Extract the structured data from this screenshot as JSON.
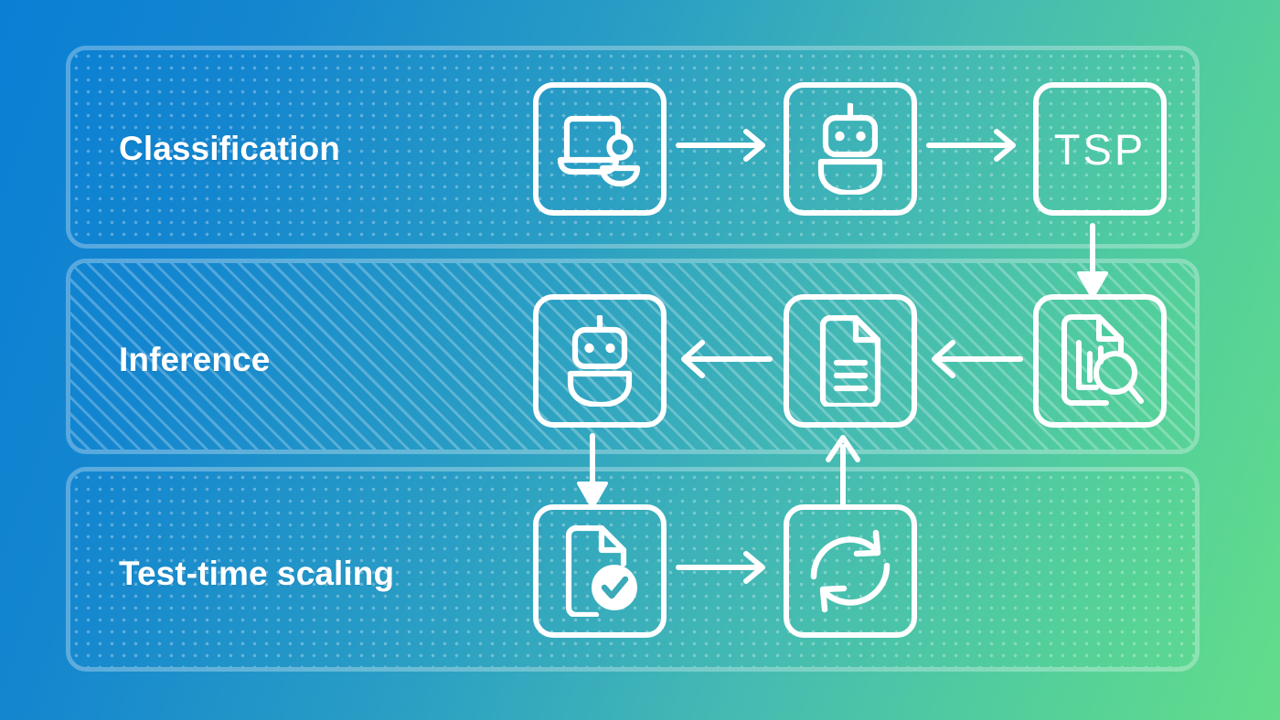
{
  "diagram": {
    "title": "Classification / Inference / Test-time scaling pipeline",
    "background": {
      "gradient_from": "#0a7fd4",
      "gradient_to": "#63dd8a"
    },
    "bands": [
      {
        "id": "classification",
        "label": "Classification",
        "texture": "dots"
      },
      {
        "id": "inference",
        "label": "Inference",
        "texture": "stripes"
      },
      {
        "id": "test-time-scaling",
        "label": "Test-time scaling",
        "texture": "dots"
      }
    ],
    "nodes": [
      {
        "id": "laptop-user",
        "band": "classification",
        "icon": "laptop-user-icon",
        "text": ""
      },
      {
        "id": "robot-top",
        "band": "classification",
        "icon": "robot-icon",
        "text": ""
      },
      {
        "id": "tsp",
        "band": "classification",
        "icon": "text-label",
        "text": "TSP"
      },
      {
        "id": "robot-mid",
        "band": "inference",
        "icon": "robot-icon",
        "text": ""
      },
      {
        "id": "document",
        "band": "inference",
        "icon": "document-lines-icon",
        "text": ""
      },
      {
        "id": "doc-search",
        "band": "inference",
        "icon": "document-search-icon",
        "text": ""
      },
      {
        "id": "doc-check",
        "band": "test-time-scaling",
        "icon": "document-check-icon",
        "text": ""
      },
      {
        "id": "refresh",
        "band": "test-time-scaling",
        "icon": "refresh-cycle-icon",
        "text": ""
      }
    ],
    "arrows": [
      {
        "id": "a1",
        "from": "laptop-user",
        "to": "robot-top",
        "direction": "right"
      },
      {
        "id": "a2",
        "from": "robot-top",
        "to": "tsp",
        "direction": "right"
      },
      {
        "id": "a3",
        "from": "tsp",
        "to": "doc-search",
        "direction": "down"
      },
      {
        "id": "a4",
        "from": "doc-search",
        "to": "document",
        "direction": "left"
      },
      {
        "id": "a5",
        "from": "document",
        "to": "robot-mid",
        "direction": "left"
      },
      {
        "id": "a6",
        "from": "robot-mid",
        "to": "doc-check",
        "direction": "down"
      },
      {
        "id": "a7",
        "from": "doc-check",
        "to": "refresh",
        "direction": "right"
      },
      {
        "id": "a8",
        "from": "refresh",
        "to": "document",
        "direction": "up"
      }
    ],
    "colors": {
      "stroke": "#ffffff",
      "band_border": "rgba(255,255,255,0.30)",
      "label_text": "#ffffff"
    }
  }
}
